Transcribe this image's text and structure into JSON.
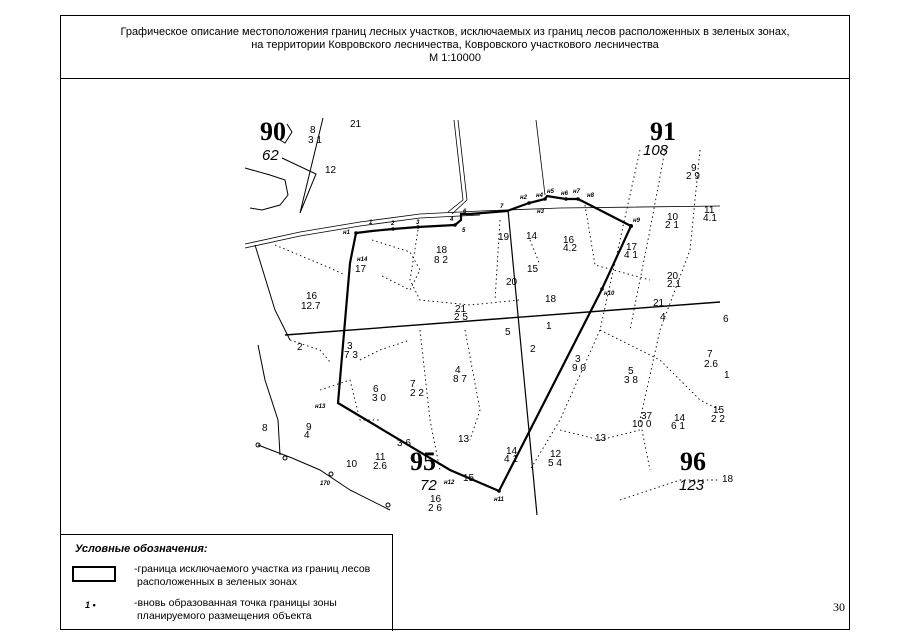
{
  "header": {
    "line1": "Графическое описание местоположения границ лесных участков, исключаемых из границ лесов расположенных в зеленых зонах,",
    "line2": "на территории Ковровского лесничества, Ковровского участкового лесничества",
    "scale": "М 1:10000"
  },
  "map": {
    "quarters": [
      {
        "number": "90",
        "area": "62"
      },
      {
        "number": "91",
        "area": "108"
      },
      {
        "number": "95",
        "area": "72"
      },
      {
        "number": "96",
        "area": "123"
      }
    ],
    "point_labels": [
      "н1",
      "1",
      "2",
      "3",
      "4",
      "5",
      "6",
      "7",
      "н2",
      "н3",
      "н4",
      "н5",
      "н6",
      "н7",
      "н8",
      "н9",
      "н10",
      "н11",
      "н12",
      "н13",
      "н14",
      "170"
    ],
    "plot_labels": [
      "8",
      "3 1",
      "21",
      "12",
      "18",
      "8 2",
      "17",
      "16",
      "12.7",
      "21",
      "2 5",
      "19",
      "14",
      "16",
      "4.2",
      "15",
      "20",
      "18",
      "17",
      "4 1",
      "9",
      "2 9",
      "10",
      "2 1",
      "11",
      "4.1",
      "20",
      "2.1",
      "21",
      "4",
      "6",
      "2",
      "3",
      "7 3",
      "6",
      "3 0",
      "7",
      "2 2",
      "4",
      "8 7",
      "5",
      "1",
      "2",
      "3",
      "9 0",
      "5",
      "3 8",
      "7",
      "2.6",
      "1",
      "37",
      "10 0",
      "14",
      "6 1",
      "15",
      "2 2",
      "13",
      "13",
      "14",
      "4 1",
      "12",
      "5 4",
      "8",
      "9",
      "4",
      "10",
      "11",
      "2.6",
      "3 6",
      "16",
      "2 6",
      "15",
      "18"
    ]
  },
  "legend": {
    "title": "Условные обозначения:",
    "boundary_text_1": "-граница исключаемого участка из границ лесов",
    "boundary_text_2": "расположенных в зеленых зонах",
    "point_symbol": "1 •",
    "point_text_1": "-вновь образованная точка границы зоны",
    "point_text_2": "планируемого размещения объекта"
  },
  "page_number": "30"
}
